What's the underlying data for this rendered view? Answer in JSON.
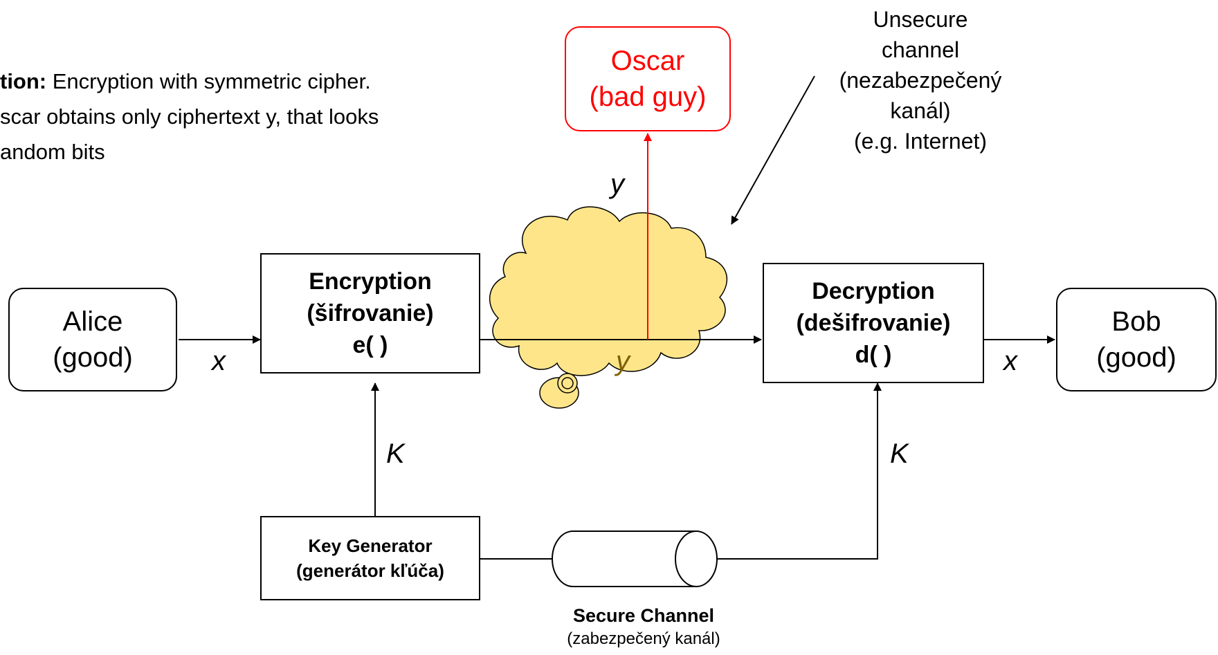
{
  "intro": {
    "bold": "tion:",
    "line1": " Encryption with symmetric cipher.",
    "line2": "scar obtains only ciphertext y, that looks",
    "line3": "andom bits"
  },
  "alice": {
    "line1": "Alice",
    "line2": "(good)"
  },
  "bob": {
    "line1": "Bob",
    "line2": "(good)"
  },
  "oscar": {
    "line1": "Oscar",
    "line2": "(bad guy)"
  },
  "encryption": {
    "line1": "Encryption",
    "line2": "(šifrovanie)",
    "line3": "e( )"
  },
  "decryption": {
    "line1": "Decryption",
    "line2": "(dešifrovanie)",
    "line3": "d( )"
  },
  "key_generator": {
    "line1": "Key Generator",
    "line2": "(generátor kľúča)"
  },
  "unsecure_channel": {
    "line1": "Unsecure",
    "line2": "channel",
    "line3": "(nezabezpečený",
    "line4": "kanál)",
    "line5": "(e.g. Internet)"
  },
  "secure_channel": {
    "title": "Secure Channel",
    "subtitle": "(zabezpečený kanál)"
  },
  "labels": {
    "x_left": "x",
    "x_right": "x",
    "y_cloud": "y",
    "y_up": "y",
    "k_left": "K",
    "k_right": "K"
  },
  "colors": {
    "oscar": "#ff0000",
    "cloud_fill": "#ffe58a",
    "cloud_stroke": "#000000"
  }
}
